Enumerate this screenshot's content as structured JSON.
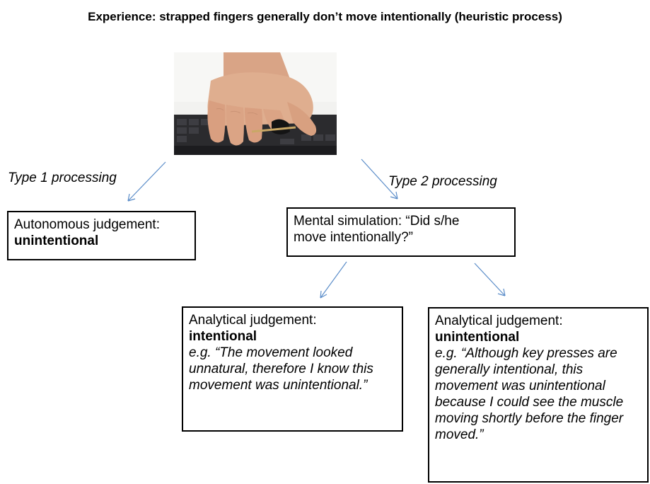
{
  "title": "Experience: strapped fingers generally don’t move intentionally (heuristic process)",
  "photo": {
    "icon": "hand-on-keyboard-photo"
  },
  "labels": {
    "type1": "Type 1 processing",
    "type2": "Type 2 processing"
  },
  "boxes": {
    "autonomous": {
      "line1": "Autonomous judgement:",
      "bold": "unintentional"
    },
    "simulation": {
      "line1": "Mental simulation: “Did s/he",
      "line2": "move intentionally?”"
    },
    "analytical_intentional": {
      "line1": "Analytical judgement:",
      "bold": "intentional",
      "example": "e.g. “The movement looked unnatural, therefore I know this movement was unintentional.”"
    },
    "analytical_unintentional": {
      "line1": "Analytical judgement:",
      "bold": "unintentional",
      "example": "e.g. “Although key presses are generally intentional, this movement was unintentional because I could see the muscle moving shortly before the finger moved.”"
    }
  },
  "colors": {
    "arrow": "#5B8DC9",
    "box_border": "#000000",
    "text": "#000000"
  }
}
